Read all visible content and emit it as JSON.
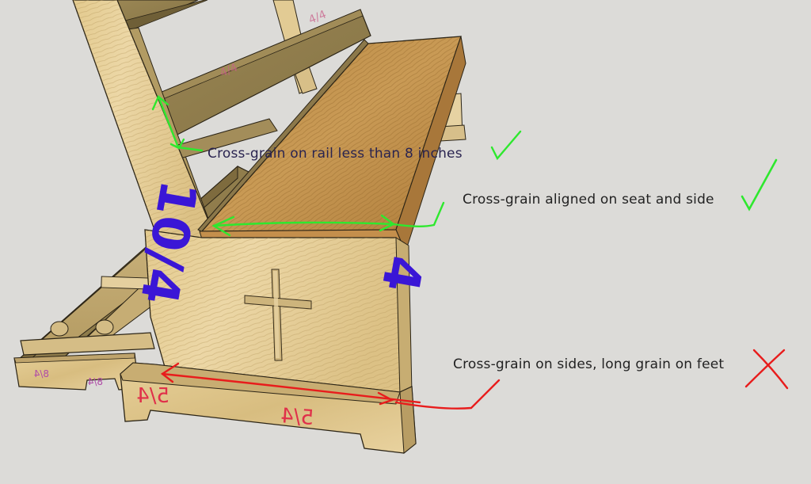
{
  "diagram": {
    "subject": "Wooden bench 3D model with grain-direction annotations",
    "background_color": "#dcdbd8",
    "colors": {
      "check_mark": "#2ee82e",
      "x_mark": "#e81c1c",
      "thickness_label_side": "#3a16d6",
      "thickness_label_foot": "#e0304a",
      "thickness_label_rail": "#c9608a"
    },
    "annotations": [
      {
        "id": "rail",
        "text": "Cross-grain on rail less than 8 inches",
        "verdict": "check",
        "arrow_color": "#2ee82e"
      },
      {
        "id": "seat",
        "text": "Cross-grain aligned on seat and side",
        "verdict": "check",
        "arrow_color": "#2ee82e"
      },
      {
        "id": "feet",
        "text": "Cross-grain on sides, long grain on feet",
        "verdict": "x",
        "arrow_color": "#e81c1c"
      }
    ],
    "part_labels": {
      "side_left": "10/4",
      "side_right": "4",
      "foot_front_left": "5/4",
      "foot_front_center": "5/4",
      "foot_rear_left": "8/4",
      "foot_rear_right": "8/4"
    }
  }
}
